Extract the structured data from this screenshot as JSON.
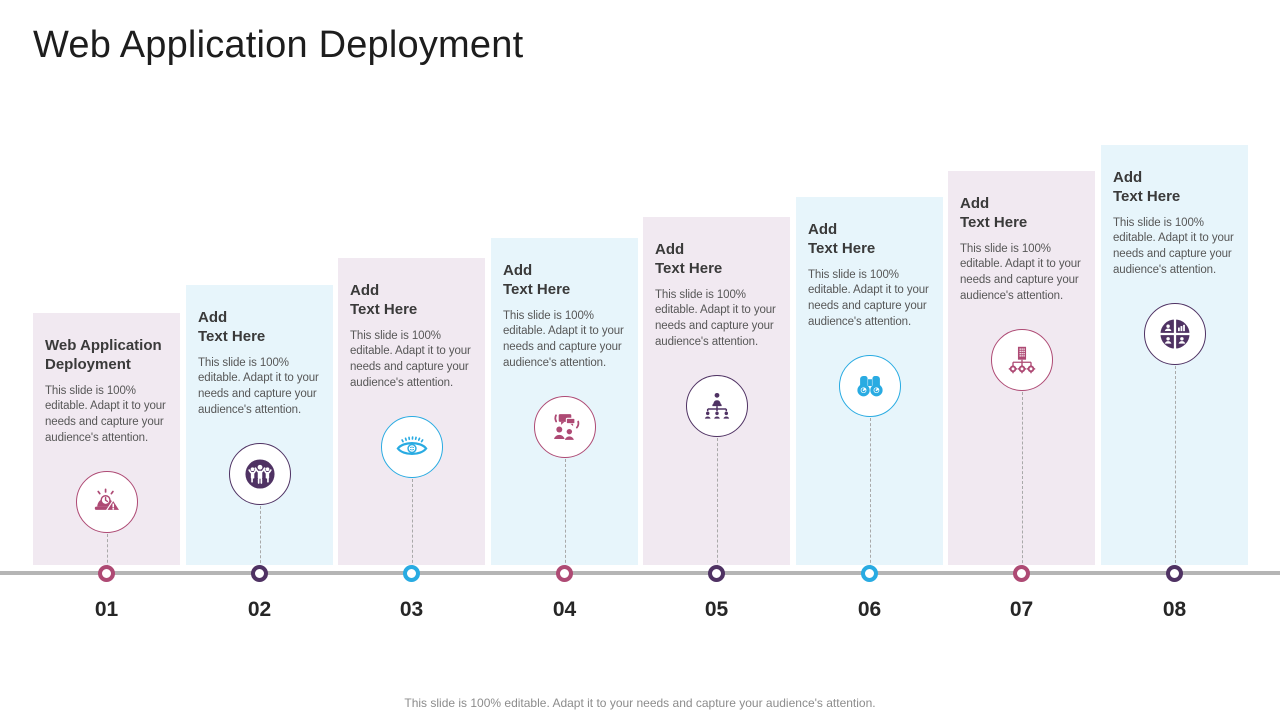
{
  "slide": {
    "title": "Web Application Deployment",
    "footer_note": "This slide is 100% editable. Adapt it to your needs and capture your audience's attention."
  },
  "colors": {
    "crimson": "#AE4A74",
    "purple": "#4F3263",
    "cyan": "#29ABE2",
    "pink_card_bg": "#F1E9F1",
    "blue_card_bg": "#E7F5FB",
    "timeline_gray": "#B5B5B5"
  },
  "steps": [
    {
      "number": "01",
      "heading_line1": "Web Application",
      "heading_line2": "Deployment",
      "body": "This slide is 100% editable. Adapt it to your needs and capture your audience's attention.",
      "icon": "alarm-alert-icon",
      "color": "crimson",
      "card_bg": "pink"
    },
    {
      "number": "02",
      "heading_line1": "Add",
      "heading_line2": "Text Here",
      "body": "This slide is 100% editable. Adapt it to your needs and capture your audience's attention.",
      "icon": "team-icon",
      "color": "purple",
      "card_bg": "blue"
    },
    {
      "number": "03",
      "heading_line1": "Add",
      "heading_line2": "Text Here",
      "body": "This slide is 100% editable. Adapt it to your needs and capture your audience's attention.",
      "icon": "vision-eye-icon",
      "color": "cyan",
      "card_bg": "pink"
    },
    {
      "number": "04",
      "heading_line1": "Add",
      "heading_line2": "Text Here",
      "body": "This slide is 100% editable. Adapt it to your needs and capture your audience's attention.",
      "icon": "discussion-icon",
      "color": "crimson",
      "card_bg": "blue"
    },
    {
      "number": "05",
      "heading_line1": "Add",
      "heading_line2": "Text Here",
      "body": "This slide is 100% editable. Adapt it to your needs and capture your audience's attention.",
      "icon": "hierarchy-icon",
      "color": "purple",
      "card_bg": "pink"
    },
    {
      "number": "06",
      "heading_line1": "Add",
      "heading_line2": "Text Here",
      "body": "This slide is 100% editable. Adapt it to your needs and capture your audience's attention.",
      "icon": "binoculars-icon",
      "color": "cyan",
      "card_bg": "blue"
    },
    {
      "number": "07",
      "heading_line1": "Add",
      "heading_line2": "Text Here",
      "body": "This slide is 100% editable. Adapt it to your needs and capture your audience's attention.",
      "icon": "organization-icon",
      "color": "crimson",
      "card_bg": "pink"
    },
    {
      "number": "08",
      "heading_line1": "Add",
      "heading_line2": "Text Here",
      "body": "This slide is 100% editable. Adapt it to your needs and capture your audience's attention.",
      "icon": "people-analytics-icon",
      "color": "purple",
      "card_bg": "blue"
    }
  ]
}
